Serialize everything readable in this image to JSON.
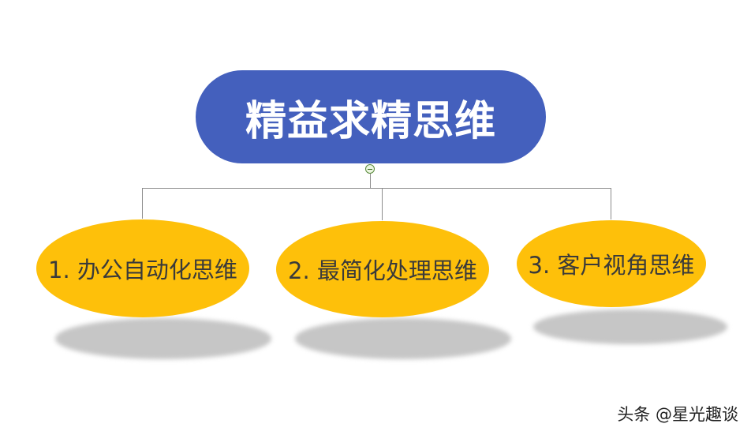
{
  "diagram": {
    "root": {
      "label": "精益求精思维",
      "color": "#4460bd"
    },
    "children": [
      {
        "label": "1. 办公自动化思维",
        "color": "#fec00a"
      },
      {
        "label": "2. 最简化处理思维",
        "color": "#fec00a"
      },
      {
        "label": "3. 客户视角思维",
        "color": "#fec00a"
      }
    ]
  },
  "watermark": {
    "text": "头条 @星光趣谈"
  }
}
